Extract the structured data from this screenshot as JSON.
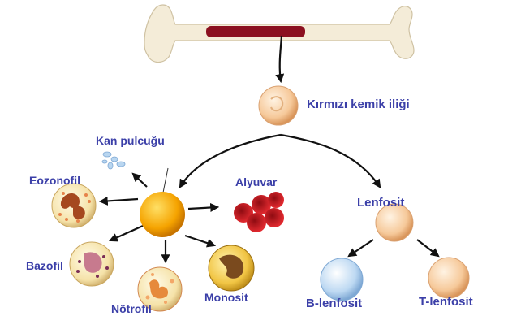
{
  "labels": {
    "red_marrow": "Kırmızı kemik iliği",
    "platelet": "Kan pulcuğu",
    "eosinophil": "Eozonofil",
    "erythrocyte": "Alyuvar",
    "lymphocyte": "Lenfosit",
    "basophil": "Bazofil",
    "monocyte": "Monosit",
    "neutrophil": "Nötrofil",
    "b_lymphocyte": "B-lenfosit",
    "t_lymphocyte": "T-lenfosit"
  },
  "colors": {
    "label_text": "#3b3fa8",
    "bone": "#f4ecd8",
    "marrow": "#8b1020",
    "arrow": "#111111",
    "erythrocyte": "#cf1d26",
    "stem_cell": "#f5a300"
  }
}
